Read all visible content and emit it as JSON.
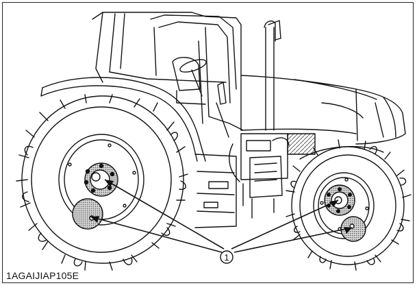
{
  "diagram": {
    "subject": "tractor-side-view",
    "callout_number": "1",
    "figure_code": "1AGAIJIAP105E",
    "highlight_pattern": "dotted-shading",
    "colors": {
      "line": "#111111",
      "shade": "#9a9a9a",
      "background": "#ffffff"
    }
  }
}
